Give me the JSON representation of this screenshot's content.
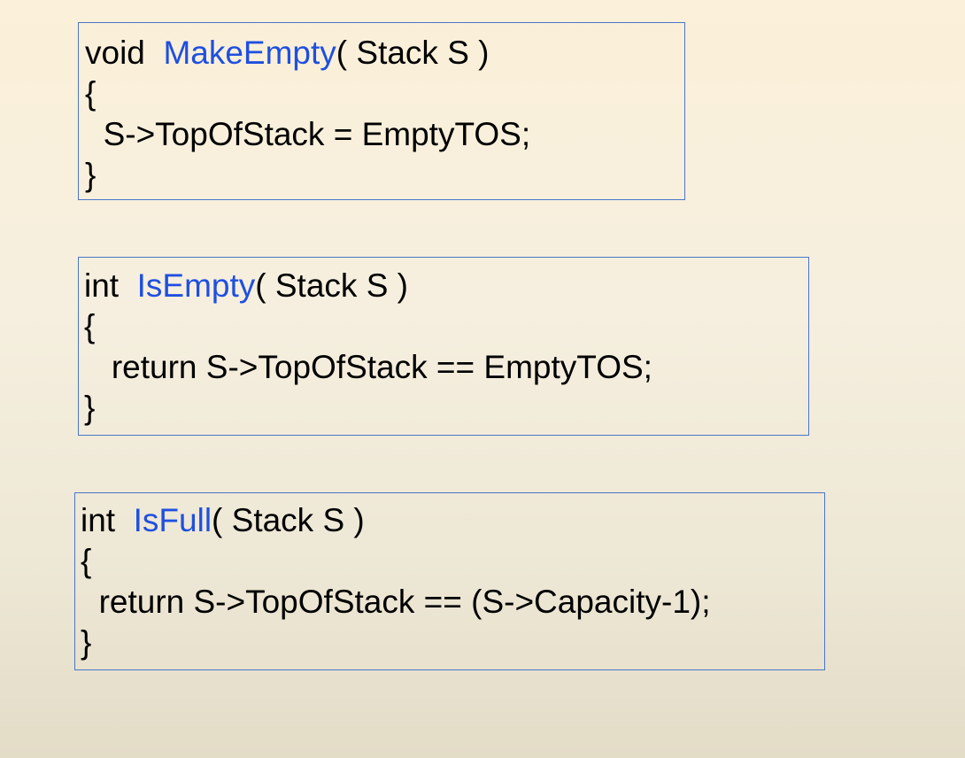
{
  "blocks": [
    {
      "return_type": "void",
      "function_name": "MakeEmpty",
      "params": "( Stack S )",
      "open_brace": "{",
      "body": "S->TopOfStack = EmptyTOS;",
      "close_brace": "}"
    },
    {
      "return_type": "int",
      "function_name": "IsEmpty",
      "params": "( Stack S )",
      "open_brace": "{",
      "body": "return S->TopOfStack == EmptyTOS;",
      "close_brace": "}"
    },
    {
      "return_type": "int",
      "function_name": "IsFull",
      "params": "( Stack S )",
      "open_brace": "{",
      "body": "return S->TopOfStack == (S->Capacity-1);",
      "close_brace": "}"
    }
  ],
  "colors": {
    "function_name": "#1f4fe0",
    "box_border": "#4a76c8",
    "text": "#000000"
  }
}
